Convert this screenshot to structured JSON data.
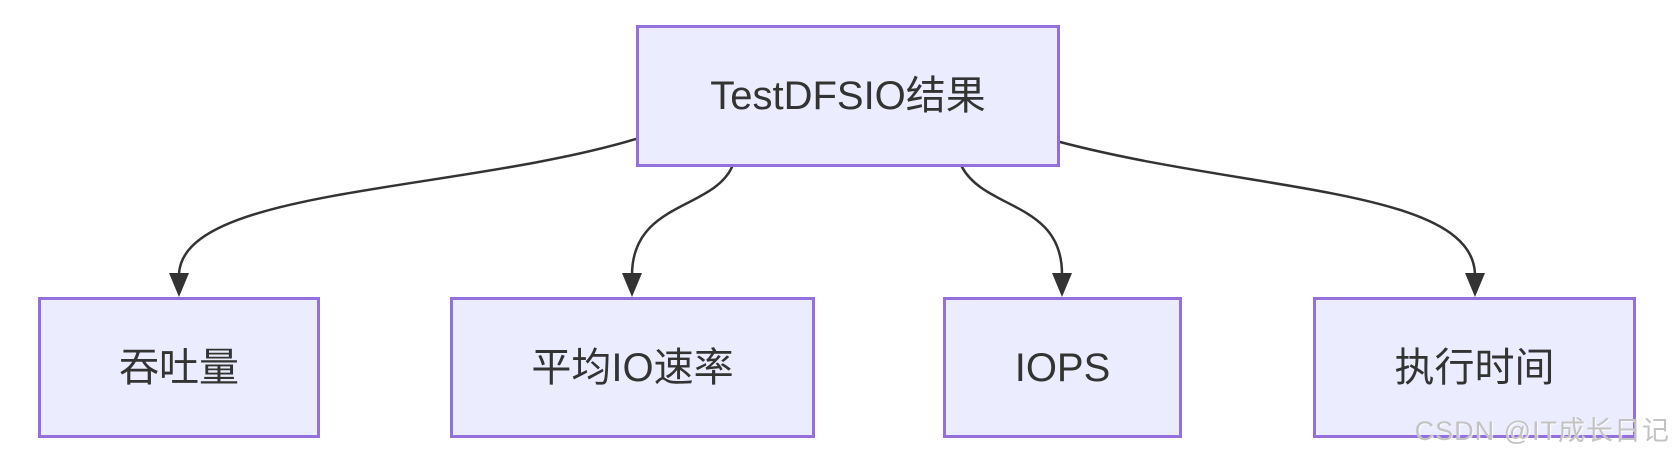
{
  "diagram": {
    "type": "flowchart-top-down",
    "colors": {
      "node_fill": "#ECECFF",
      "node_border": "#9370DB",
      "edge": "#333333",
      "text": "#333333",
      "background": "#FFFFFF",
      "watermark": "#C3C3C3"
    },
    "root": {
      "id": "testdfsio-result",
      "label": "TestDFSIO结果"
    },
    "children": [
      {
        "id": "throughput",
        "label": "吞吐量"
      },
      {
        "id": "avg-io-rate",
        "label": "平均IO速率"
      },
      {
        "id": "iops",
        "label": "IOPS"
      },
      {
        "id": "exec-time",
        "label": "执行时间"
      }
    ],
    "edges": [
      {
        "from": "testdfsio-result",
        "to": "throughput"
      },
      {
        "from": "testdfsio-result",
        "to": "avg-io-rate"
      },
      {
        "from": "testdfsio-result",
        "to": "iops"
      },
      {
        "from": "testdfsio-result",
        "to": "exec-time"
      }
    ]
  },
  "watermark": {
    "text": "CSDN @IT成长日记"
  }
}
